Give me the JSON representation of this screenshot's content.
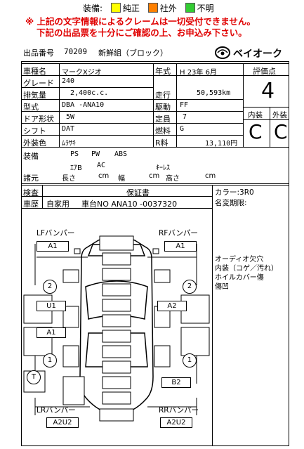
{
  "legend": {
    "label": "装備:",
    "items": [
      {
        "label": "純正",
        "color": "#ffff00"
      },
      {
        "label": "社外",
        "color": "#ff8000"
      },
      {
        "label": "不明",
        "color": "#33cc33"
      }
    ]
  },
  "warning": {
    "line1": "※ 上記の文字情報によるクレームは一切受付できません。",
    "line2": "下記の出品票を十分にご確認の上、お申込み下さい。"
  },
  "header": {
    "lot_label": "出品番号",
    "lot_number": "70209",
    "lot_type": "新鮮組（ブロック）",
    "logo_text": "ベイオーク"
  },
  "spec": {
    "name_label": "車種名",
    "name": "マークXジオ",
    "grade_label": "グレード",
    "grade": "240",
    "displacement_label": "排気量",
    "displacement": "2,400c.c.",
    "model_label": "型式",
    "model": "DBA -ANA10",
    "doors_label": "ドア形状",
    "doors": "5W",
    "shift_label": "シフト",
    "shift": "DAT",
    "color_label": "外装色",
    "color": "ﾑﾗｻｷ",
    "year_label": "年式",
    "year": "H 23年  6月",
    "mileage_label": "走行",
    "mileage": "50,593km",
    "drive_label": "駆動",
    "drive": "FF",
    "capacity_label": "定員",
    "capacity": "7",
    "fuel_label": "燃料",
    "fuel": "G",
    "price_label": "R料",
    "price": "13,110円"
  },
  "score": {
    "label": "評価点",
    "value": "4",
    "interior_label": "内装",
    "exterior_label": "外装",
    "interior": "C",
    "exterior": "C"
  },
  "equipment": {
    "label": "装備",
    "row1": [
      "PS",
      "PW",
      "ABS"
    ],
    "row2": [
      "ｴｱB",
      "AC",
      "ｷｰﾚｽ"
    ],
    "dims_label": "諸元",
    "length_label": "長さ",
    "width_label": "幅",
    "height_label": "高さ",
    "unit": "cm"
  },
  "inspection": {
    "label": "検査",
    "history_label": "車歴",
    "history": "自家用",
    "chassis": "車台NO ANA10 -0037320",
    "warranty": "保証書"
  },
  "side": {
    "color_code": "カラー:3R0",
    "name_change": "名変期限:",
    "notes": [
      "オーディオ欠穴",
      "内装（コゲ／汚れ）",
      "ホイルカバー傷",
      "傷凹"
    ]
  },
  "diagram": {
    "lf_label": "LFバンパー",
    "lf_code": "A1",
    "rf_label": "RFバンパー",
    "rf_code": "A1",
    "lr_label": "LRバンパー",
    "lr_code": "A2U2",
    "rr_label": "RRバンパー",
    "rr_code": "A2U2",
    "left_door_front": "U1",
    "left_door_rear": "A1",
    "right_door_front": "A2",
    "right_door_rear": "B2",
    "wheel_lf": "2",
    "wheel_rf": "2",
    "wheel_lr": "1",
    "wheel_rr": "1",
    "spare": "T"
  }
}
